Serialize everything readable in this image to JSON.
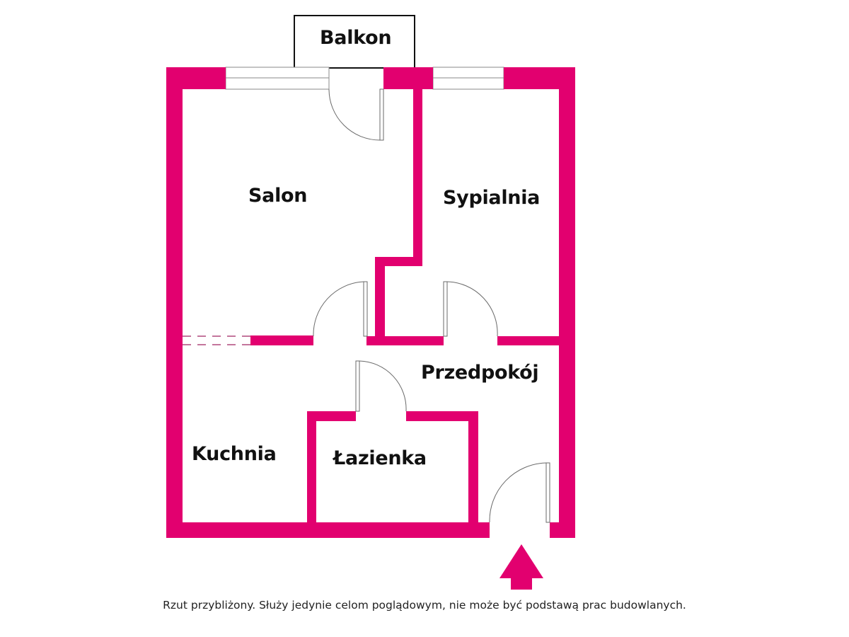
{
  "plan": {
    "wall_color": "#E2006F",
    "rooms": {
      "balkon": "Balkon",
      "salon": "Salon",
      "sypialnia": "Sypialnia",
      "przedpokoj": "Przedpokój",
      "kuchnia": "Kuchnia",
      "lazienka": "Łazienka"
    },
    "entrance_marker": "entrance-arrow"
  },
  "caption": "Rzut przybliżony. Służy jedynie celom poglądowym, nie może być podstawą prac budowlanych."
}
